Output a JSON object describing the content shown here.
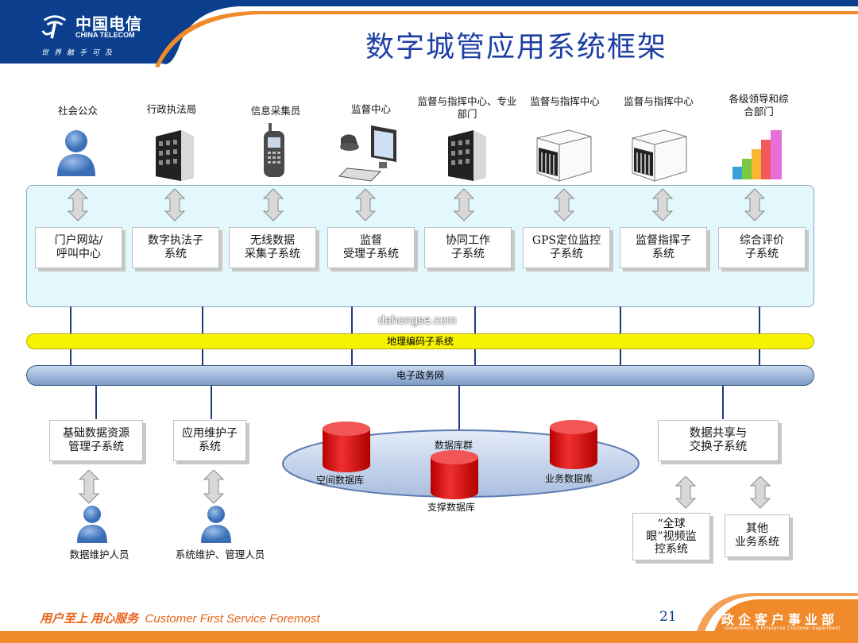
{
  "brand": {
    "name_cn": "中国电信",
    "name_en": "CHINA TELECOM",
    "slogan": "世界触手可及",
    "colors": {
      "blue": "#0b3f8e",
      "orange": "#f08a2a",
      "title": "#1d3fa3"
    }
  },
  "title": "数字城管应用系统框架",
  "roles": [
    {
      "label": "社会公众",
      "icon": "person-icon"
    },
    {
      "label": "行政执法局",
      "icon": "server-building-icon"
    },
    {
      "label": "信息采集员",
      "icon": "mobile-phone-icon"
    },
    {
      "label": "监督中心",
      "icon": "workstation-icon"
    },
    {
      "label": "监督与指挥中心、专业部门",
      "icon": "server-building-icon"
    },
    {
      "label": "监督与指挥中心",
      "icon": "server-rack-icon"
    },
    {
      "label": "监督与指挥中心",
      "icon": "server-rack-icon"
    },
    {
      "label": "各级领导和综合部门",
      "icon": "bar-chart-icon"
    }
  ],
  "top_systems": [
    "门户网站/\n呼叫中心",
    "数字执法子\n系统",
    "无线数据\n采集子系统",
    "监督\n受理子系统",
    "协同工作\n子系统",
    "GPS定位监控\n子系统",
    "监督指挥子\n系统",
    "综合评价\n子系统"
  ],
  "watermark": "dahongse.com",
  "geo_bar": "地理编码子系统",
  "network_bar": "电子政务网",
  "bottom_left_systems": [
    "基础数据资源\n管理子系统",
    "应用维护子\n系统"
  ],
  "bottom_right_systems": [
    "数据共享与\n交换子系统"
  ],
  "bottom_external_systems": [
    "“全球\n眼”视频监\n控系统",
    "其他\n业务系统"
  ],
  "database": {
    "group": "数据库群",
    "items": [
      "空间数据库",
      "支撑数据库",
      "业务数据库"
    ]
  },
  "personnel": [
    "数据维护人员",
    "系统维护、管理人员"
  ],
  "footer": {
    "slogan_cn": "用户至上 用心服务",
    "slogan_en": "Customer First Service Foremost",
    "page_number": "21",
    "department_cn": "政企客户事业部",
    "department_en": "Government & Enterprise Customer Department"
  }
}
